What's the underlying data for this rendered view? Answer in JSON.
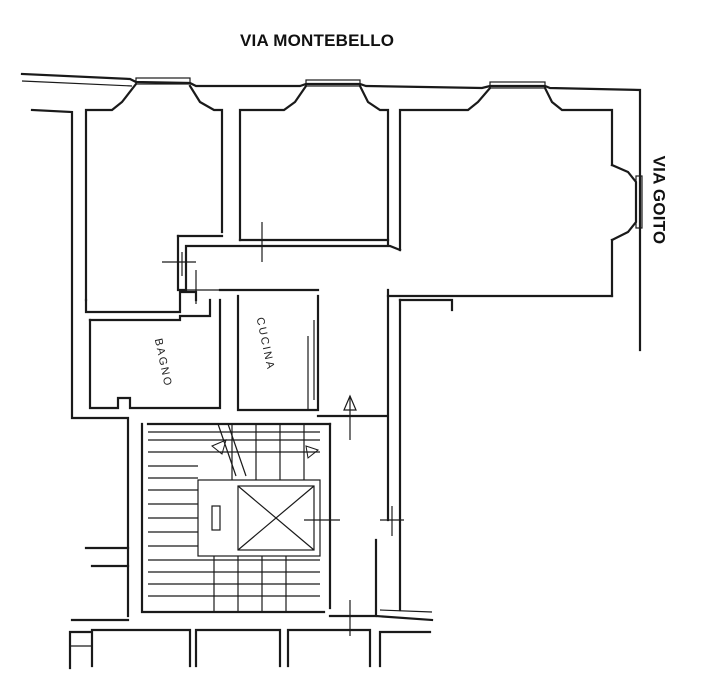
{
  "streets": {
    "top": "VIA MONTEBELLO",
    "right": "VIA GOITO"
  },
  "rooms": {
    "bagno": "BAGNO",
    "cucina": "CUCINA"
  },
  "colors": {
    "line": "#1a1a1a",
    "background": "#ffffff"
  }
}
